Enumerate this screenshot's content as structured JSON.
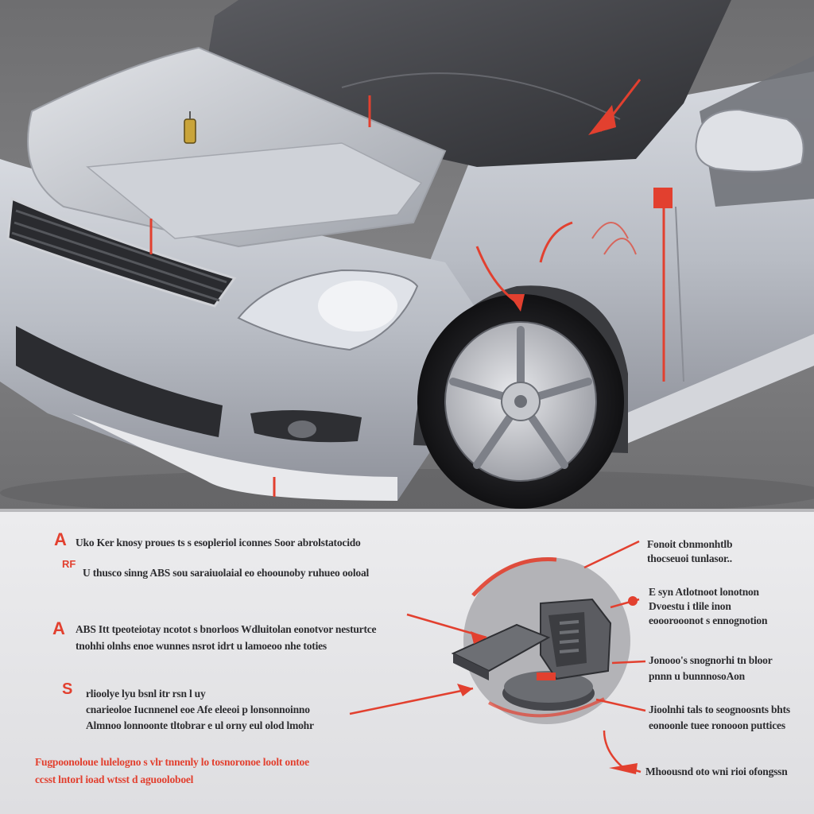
{
  "colors": {
    "accent": "#e2402f",
    "body_silver": "#c9ccd3",
    "background_top": "#7a7a7c",
    "background_bottom": "#e4e4e6",
    "text": "#2d2d30"
  },
  "icons": {
    "sensor": "abs-sensor-icon",
    "arrow": "red-arrow-icon"
  },
  "left_legend": [
    {
      "marker": "A",
      "lines": [
        "Uko Ker knosy proues ts s esopleriol iconnes Soor abrolstatocido"
      ]
    },
    {
      "marker": "RF",
      "lines": [
        "U thusco sinng ABS sou saraiuolaial eo ehoounoby ruhueo ooloal"
      ]
    },
    {
      "marker": "A",
      "lines": [
        "ABS Itt tpeoteiotay ncotot s bnorloos Wdluitolan eonotvor nesturtce",
        "tnohhi olnhs enoe wunnes nsrot idrt u lamoeoo nhe toties"
      ]
    },
    {
      "marker": "S",
      "lines": [
        "rlioolye lyu bsnl itr rsn l uy",
        "cnarieoloe Iucnnenel eoe  Afe eleeoi  p lonsonnoinno",
        "Almnoo lonnoonte tltobrar e ul orny eul olod lmohr"
      ]
    }
  ],
  "footer_note": [
    "Fugpoonoloue lulelogno s  vlr tnnenly lo tosnoronoe loolt ontoe",
    "ccsst lntorl ioad wtsst d aguooloboel"
  ],
  "right_legend": [
    {
      "lines": [
        "Fonoit cbnmonhtlb",
        "thocseuoi tunlasor.."
      ]
    },
    {
      "lines": [
        "E syn Atlotnoot lonotnon",
        "Dvoestu i tlile inon",
        "eooorooonot s ennognotion"
      ]
    },
    {
      "lines": [
        "Jonooo's snognorhi tn bloor",
        "pnnn u bunnnosoAon"
      ]
    },
    {
      "lines": [
        "Jioolnhi tals to seognoosnts bhts",
        "eonoonle tuee ronooon puttices"
      ]
    },
    {
      "lines": [
        "Mhoousnd oto wni rioi ofongssn"
      ]
    }
  ]
}
